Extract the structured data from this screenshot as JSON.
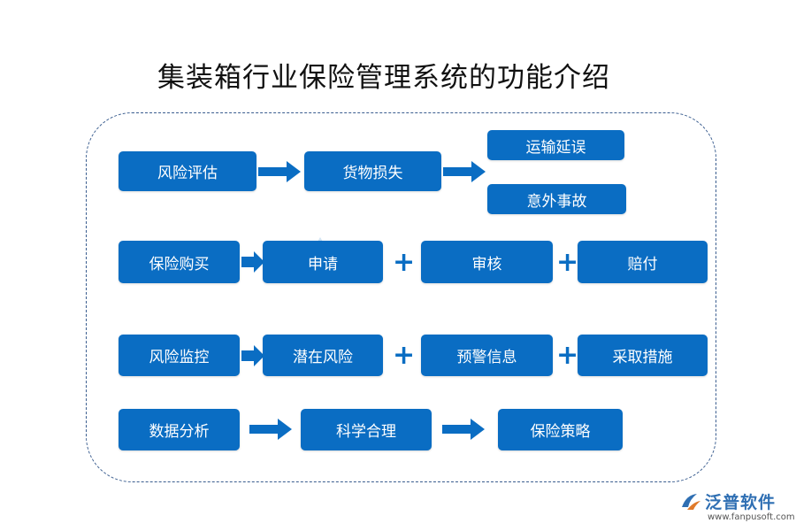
{
  "title": "集装箱行业保险管理系统的功能介绍",
  "rows": {
    "r1": {
      "start": "风险评估",
      "mid": "货物损失",
      "branch_a": "运输延误",
      "branch_b": "意外事故"
    },
    "r2": {
      "start": "保险购买",
      "a": "申请",
      "b": "审核",
      "c": "赔付"
    },
    "r3": {
      "start": "风险监控",
      "a": "潜在风险",
      "b": "预警信息",
      "c": "采取措施"
    },
    "r4": {
      "start": "数据分析",
      "a": "科学合理",
      "b": "保险策略"
    }
  },
  "logo": {
    "name": "泛普软件",
    "url": "www.fanpusoft.com"
  },
  "colors": {
    "box": "#0a6dc3",
    "frame": "#3a5d8f"
  }
}
